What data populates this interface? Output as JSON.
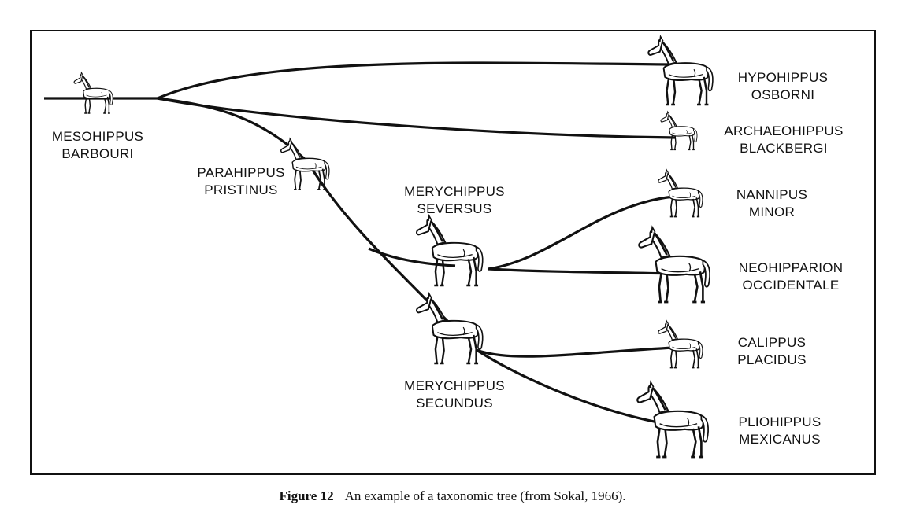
{
  "caption": {
    "label": "Figure 12",
    "text": "An example of a taxonomic tree (from Sokal, 1966)."
  },
  "taxa": {
    "mesohippus": {
      "genus": "MESOHIPPUS",
      "species": "BARBOURI"
    },
    "parahippus": {
      "genus": "PARAHIPPUS",
      "species": "PRISTINUS"
    },
    "severus": {
      "genus": "MERYCHIPPUS",
      "species": "SEVERSUS"
    },
    "secundus": {
      "genus": "MERYCHIPPUS",
      "species": "SECUNDUS"
    },
    "hypohippus": {
      "genus": "HYPOHIPPUS",
      "species": "OSBORNI"
    },
    "archaeohippus": {
      "genus": "ARCHAEOHIPPUS",
      "species": "BLACKBERGI"
    },
    "nannipus": {
      "genus": "NANNIPUS",
      "species": "MINOR"
    },
    "neohipparion": {
      "genus": "NEOHIPPARION",
      "species": "OCCIDENTALE"
    },
    "calippus": {
      "genus": "CALIPPUS",
      "species": "PLACIDUS"
    },
    "pliohippus": {
      "genus": "PLIOHIPPUS",
      "species": "MEXICANUS"
    }
  },
  "icon": "horse-icon",
  "colors": {
    "ink": "#111111",
    "background": "#ffffff"
  }
}
